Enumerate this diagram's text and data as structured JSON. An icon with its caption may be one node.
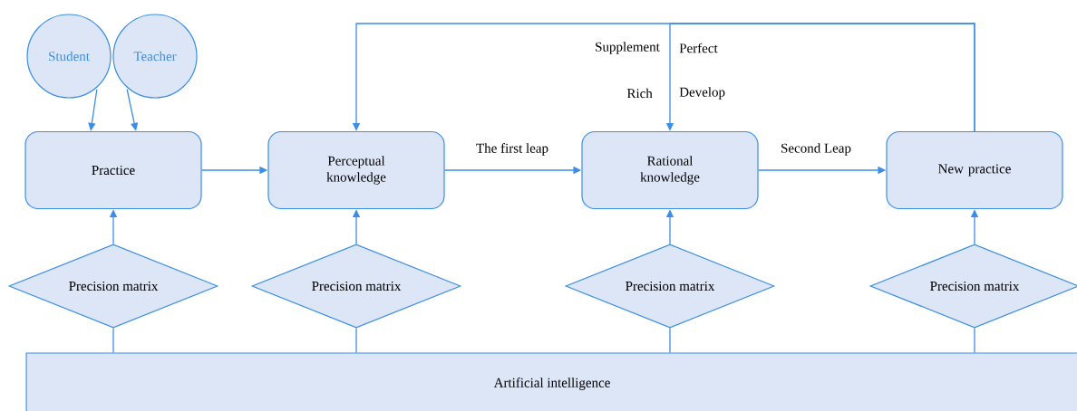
{
  "diagram": {
    "nodes": [
      {
        "text": [
          "Student"
        ]
      },
      {
        "text": [
          "Teacher"
        ]
      },
      {
        "text": [
          "Practice"
        ]
      },
      {
        "text": [
          "Perceptual knowledge"
        ]
      },
      {
        "text": [
          "Rational knowledge"
        ]
      },
      {
        "text": [
          "New practice"
        ]
      },
      {
        "text": [
          "Precision matrix"
        ]
      },
      {
        "text": [
          "Precision matrix"
        ]
      },
      {
        "text": [
          "Precision matrix"
        ]
      },
      {
        "text": [
          "Precision matrix"
        ]
      },
      {
        "text": [
          "Artificial intelligence"
        ]
      }
    ],
    "edges": [
      {
        "from": 0,
        "to": 2,
        "arrow": "to"
      },
      {
        "from": 1,
        "to": 2,
        "arrow": "to"
      },
      {
        "from": 2,
        "to": 3,
        "arrow": "to"
      },
      {
        "from": 3,
        "to": 4,
        "arrow": "to",
        "label": "The first leap"
      },
      {
        "from": 4,
        "to": 5,
        "arrow": "to",
        "label": "Second Leap"
      },
      {
        "from": 5,
        "to": 3,
        "arrow": "to"
      },
      {
        "from": 5,
        "to": 4,
        "arrow": "to"
      },
      {
        "from": 6,
        "to": 2,
        "arrow": "to"
      },
      {
        "from": 7,
        "to": 3,
        "arrow": "to"
      },
      {
        "from": 8,
        "to": 4,
        "arrow": "to"
      },
      {
        "from": 9,
        "to": 5,
        "arrow": "to"
      },
      {
        "from": 10,
        "to": 6,
        "arrow": "none"
      },
      {
        "from": 10,
        "to": 7,
        "arrow": "none"
      },
      {
        "from": 10,
        "to": 8,
        "arrow": "none"
      },
      {
        "from": 10,
        "to": 9,
        "arrow": "none"
      }
    ],
    "labels": [
      "Supplement",
      "Perfect",
      "Rich",
      "Develop"
    ]
  }
}
